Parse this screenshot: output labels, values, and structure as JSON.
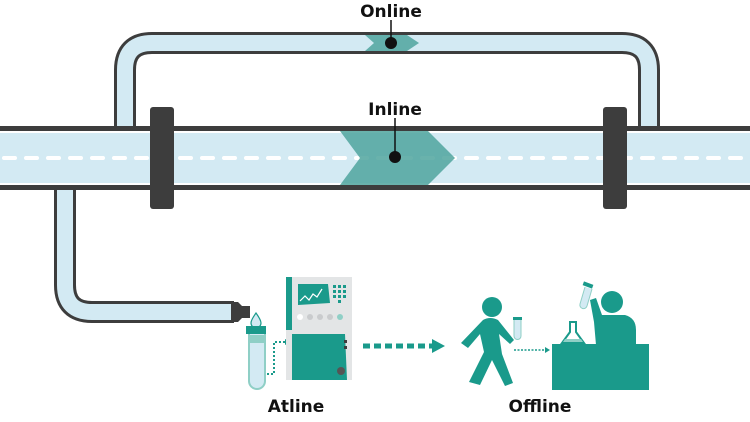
{
  "labels": {
    "online": "Online",
    "inline": "Inline",
    "atline": "Atline",
    "offline": "Offline"
  },
  "colors": {
    "pipe_fill": "#d3eaf3",
    "pipe_outline": "#3d3d3d",
    "teal": "#1a9a8b",
    "teal_translucent": "#5aaaa3",
    "flange": "#3d3d3d",
    "instrument_panel": "#e3e5e6"
  },
  "icons": [
    "pipe",
    "flange",
    "sensor-chevron",
    "sample-nozzle",
    "test-tube",
    "analyzer-instrument",
    "walking-person",
    "lab-technician",
    "flask"
  ]
}
